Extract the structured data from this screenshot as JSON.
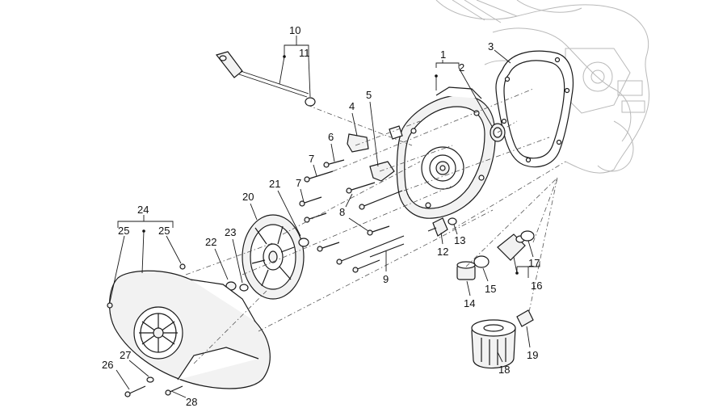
{
  "diagram": {
    "callouts": [
      {
        "id": "c1",
        "text": "1"
      },
      {
        "id": "c2",
        "text": "2"
      },
      {
        "id": "c3",
        "text": "3"
      },
      {
        "id": "c4",
        "text": "4"
      },
      {
        "id": "c5",
        "text": "5"
      },
      {
        "id": "c6",
        "text": "6"
      },
      {
        "id": "c7a",
        "text": "7"
      },
      {
        "id": "c7b",
        "text": "7"
      },
      {
        "id": "c8",
        "text": "8"
      },
      {
        "id": "c9",
        "text": "9"
      },
      {
        "id": "c10",
        "text": "10"
      },
      {
        "id": "c11",
        "text": "11"
      },
      {
        "id": "c12",
        "text": "12"
      },
      {
        "id": "c13",
        "text": "13"
      },
      {
        "id": "c14",
        "text": "14"
      },
      {
        "id": "c15",
        "text": "15"
      },
      {
        "id": "c16",
        "text": "16"
      },
      {
        "id": "c17",
        "text": "17"
      },
      {
        "id": "c18",
        "text": "18"
      },
      {
        "id": "c19",
        "text": "19"
      },
      {
        "id": "c20",
        "text": "20"
      },
      {
        "id": "c21",
        "text": "21"
      },
      {
        "id": "c22",
        "text": "22"
      },
      {
        "id": "c23",
        "text": "23"
      },
      {
        "id": "c24",
        "text": "24"
      },
      {
        "id": "c25a",
        "text": "25"
      },
      {
        "id": "c25b",
        "text": "25"
      },
      {
        "id": "c26",
        "text": "26"
      },
      {
        "id": "c27",
        "text": "27"
      },
      {
        "id": "c28",
        "text": "28"
      }
    ]
  }
}
